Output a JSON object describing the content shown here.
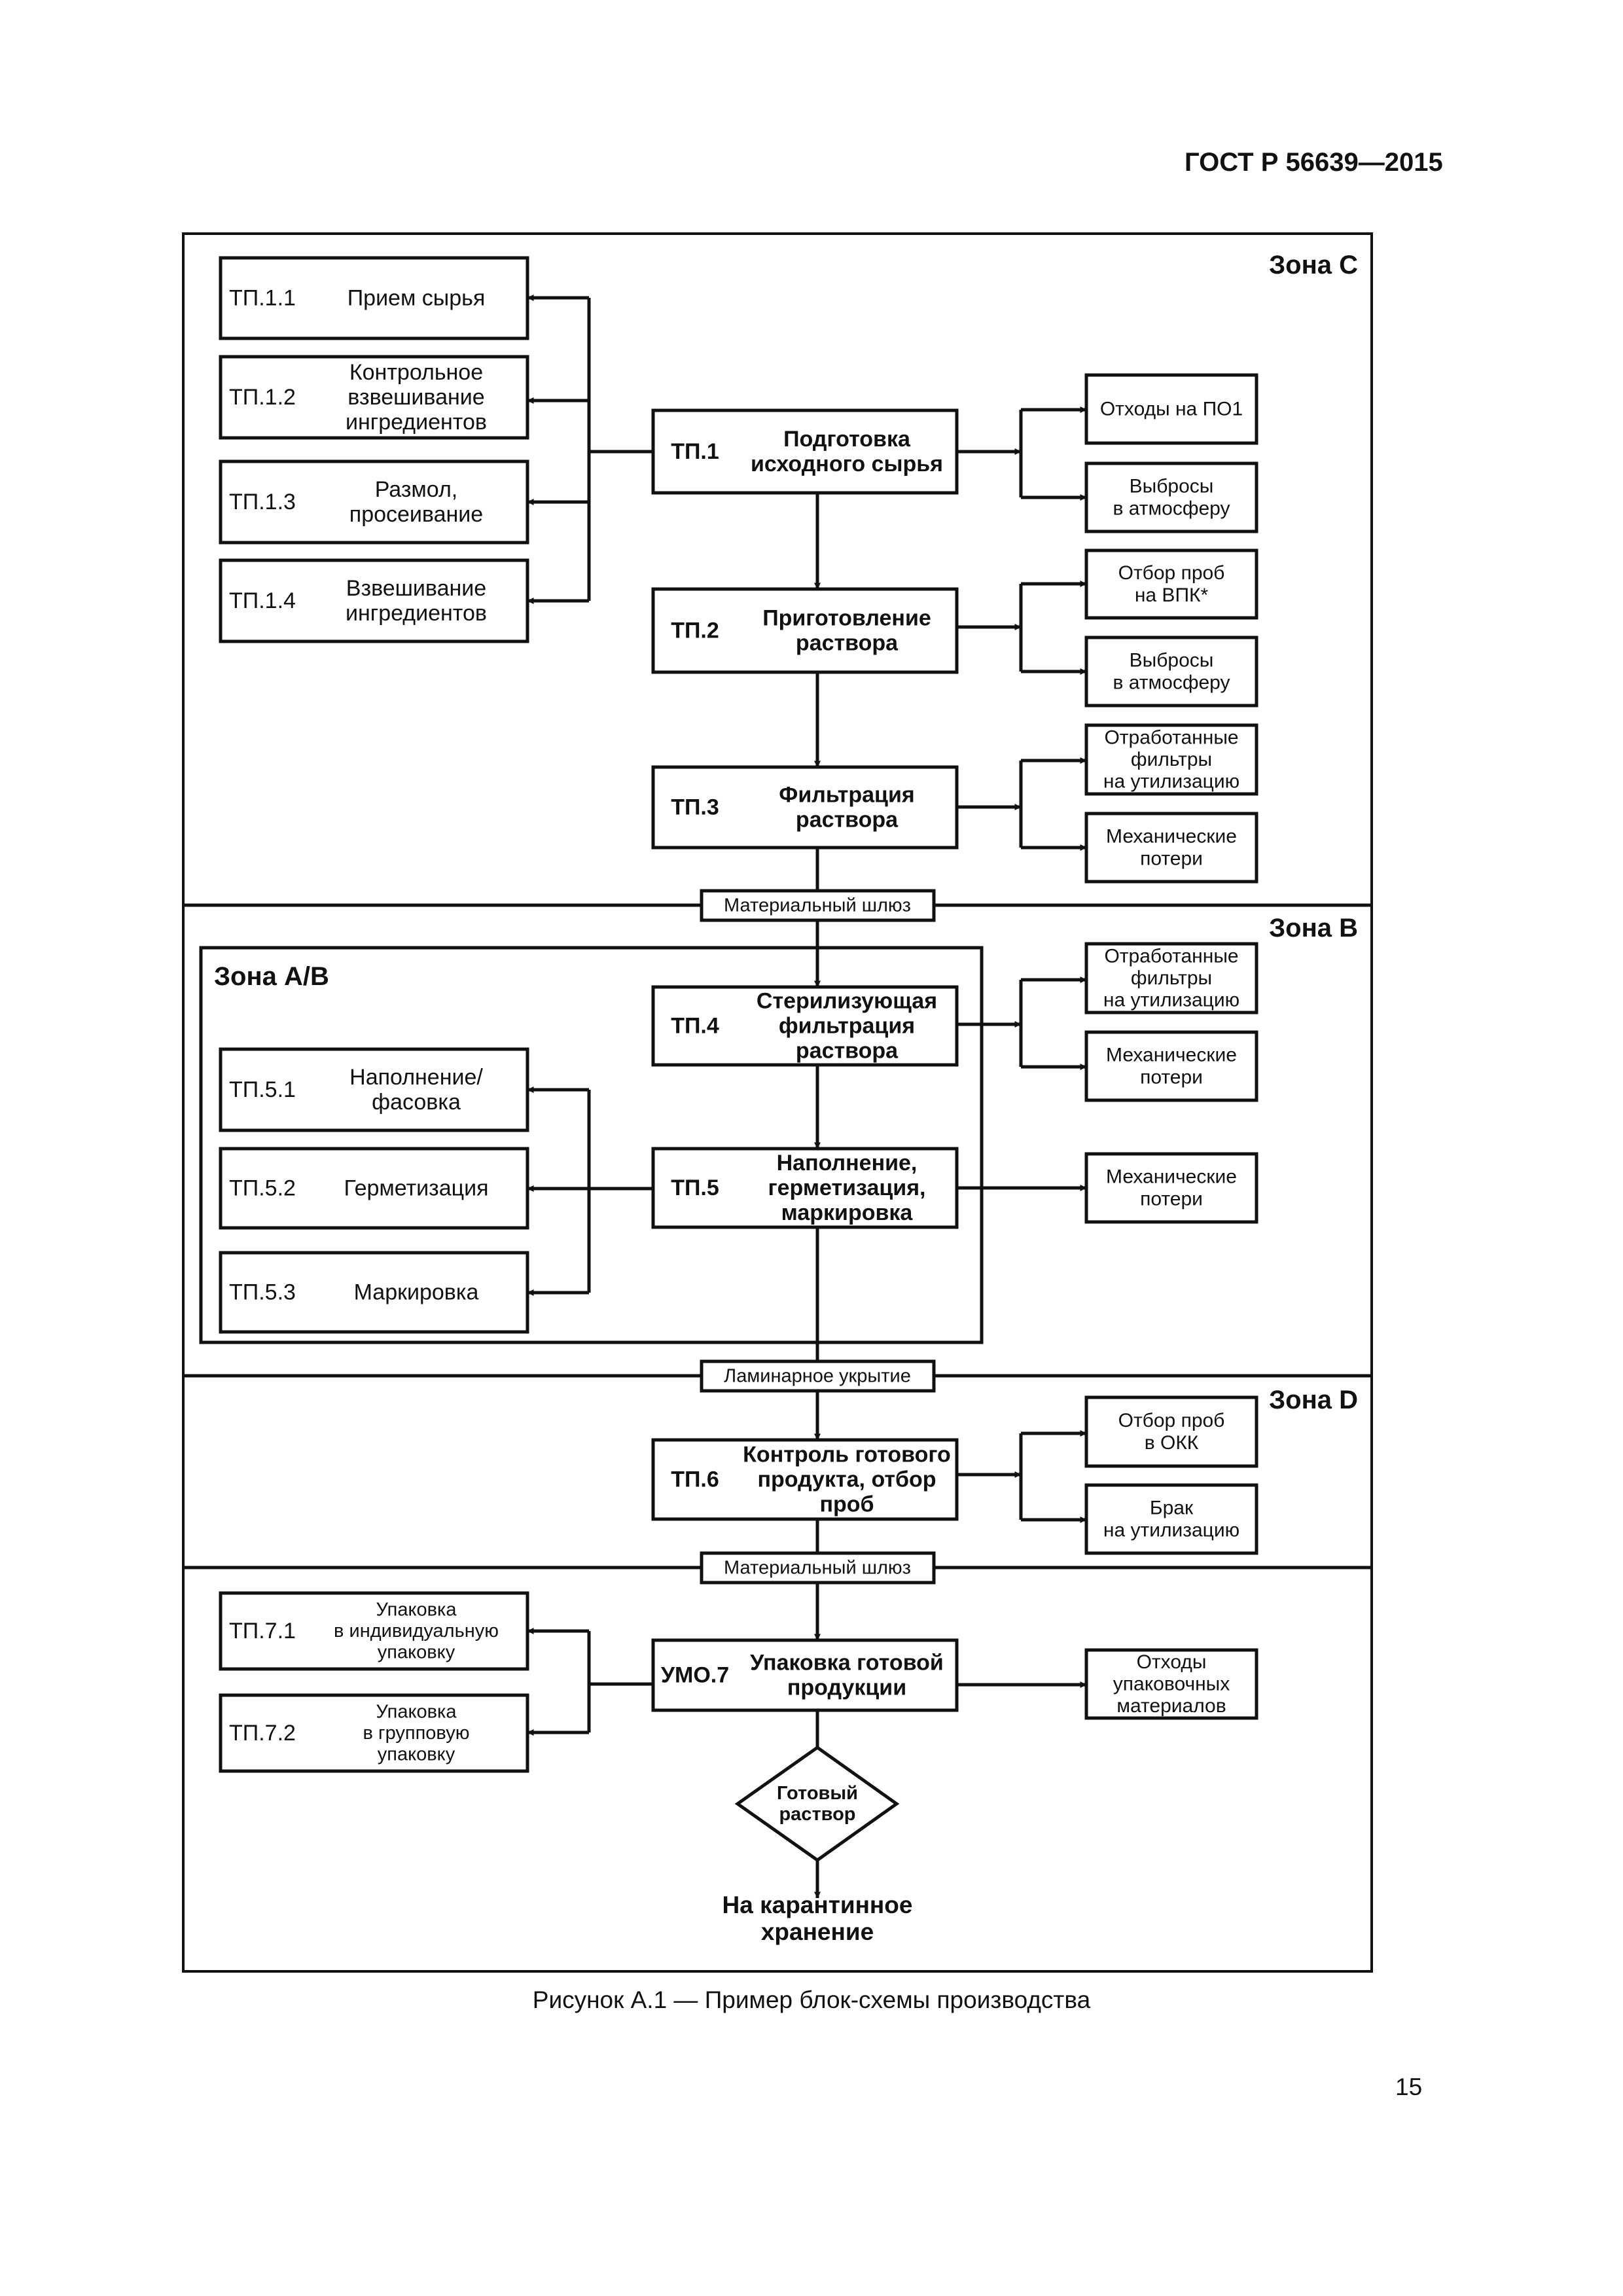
{
  "document": {
    "standard": "ГОСТ Р 56639—2015",
    "caption": "Рисунок А.1 — Пример блок-схемы производства",
    "page_number": "15"
  },
  "zones": {
    "c": "Зона С",
    "b": "Зона В",
    "ab": "Зона А/В",
    "d": "Зона D"
  },
  "gates": {
    "gate1": "Материальный шлюз",
    "gate2": "Ламинарное укрытие",
    "gate3": "Материальный шлюз"
  },
  "steps": {
    "tp1": {
      "code": "ТП.1",
      "label": [
        "Подготовка",
        "исходного сырья"
      ]
    },
    "tp2": {
      "code": "ТП.2",
      "label": [
        "Приготовление",
        "раствора"
      ]
    },
    "tp3": {
      "code": "ТП.3",
      "label": [
        "Фильтрация",
        "раствора"
      ]
    },
    "tp4": {
      "code": "ТП.4",
      "label": [
        "Стерилизующая",
        "фильтрация",
        "раствора"
      ]
    },
    "tp5": {
      "code": "ТП.5",
      "label": [
        "Наполнение,",
        "герметизация,",
        "маркировка"
      ]
    },
    "tp6": {
      "code": "ТП.6",
      "label": [
        "Контроль готового",
        "продукта, отбор",
        "проб"
      ]
    },
    "umo7": {
      "code": "УМО.7",
      "label": [
        "Упаковка готовой",
        "продукции"
      ]
    }
  },
  "substeps": {
    "tp11": {
      "code": "ТП.1.1",
      "label": [
        "Прием сырья"
      ]
    },
    "tp12": {
      "code": "ТП.1.2",
      "label": [
        "Контрольное",
        "взвешивание",
        "ингредиентов"
      ]
    },
    "tp13": {
      "code": "ТП.1.3",
      "label": [
        "Размол,",
        "просеивание"
      ]
    },
    "tp14": {
      "code": "ТП.1.4",
      "label": [
        "Взвешивание",
        "ингредиентов"
      ]
    },
    "tp51": {
      "code": "ТП.5.1",
      "label": [
        "Наполнение/",
        "фасовка"
      ]
    },
    "tp52": {
      "code": "ТП.5.2",
      "label": [
        "Герметизация"
      ]
    },
    "tp53": {
      "code": "ТП.5.3",
      "label": [
        "Маркировка"
      ]
    },
    "tp71": {
      "code": "ТП.7.1",
      "label": [
        "Упаковка",
        "в индивидуальную",
        "упаковку"
      ]
    },
    "tp72": {
      "code": "ТП.7.2",
      "label": [
        "Упаковка",
        "в групповую",
        "упаковку"
      ]
    }
  },
  "outputs": {
    "o11": [
      "Отходы на ПО1"
    ],
    "o12": [
      "Выбросы",
      "в атмосферу"
    ],
    "o21": [
      "Отбор проб",
      "на ВПК*"
    ],
    "o22": [
      "Выбросы",
      "в атмосферу"
    ],
    "o31": [
      "Отработанные",
      "фильтры",
      "на утилизацию"
    ],
    "o32": [
      "Механические",
      "потери"
    ],
    "o41": [
      "Отработанные",
      "фильтры",
      "на утилизацию"
    ],
    "o42": [
      "Механические",
      "потери"
    ],
    "o51": [
      "Механические",
      "потери"
    ],
    "o61": [
      "Отбор проб",
      "в ОКК"
    ],
    "o62": [
      "Брак",
      "на утилизацию"
    ],
    "o71": [
      "Отходы",
      "упаковочных",
      "материалов"
    ]
  },
  "decision": {
    "label": [
      "Готовый",
      "раствор"
    ]
  },
  "final": {
    "label": [
      "На карантинное",
      "хранение"
    ]
  }
}
